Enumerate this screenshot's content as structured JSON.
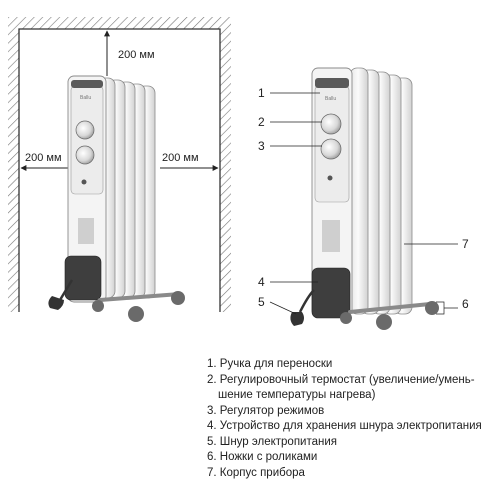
{
  "dimensions": {
    "top": "200 мм",
    "left": "200 мм",
    "right": "200 мм"
  },
  "brand": "Ballu",
  "callout_numbers": [
    "1",
    "2",
    "3",
    "4",
    "5",
    "6",
    "7"
  ],
  "legend": {
    "items": [
      "1. Ручка для переноски",
      "2. Регулировочный термостат (увеличение/умень-",
      "шение температуры нагрева)",
      "3. Регулятор режимов",
      "4. Устройство для хранения шнура электропитания",
      "5. Шнур электропитания",
      "6. Ножки с роликами",
      "7. Корпус прибора"
    ]
  },
  "colors": {
    "heater_body": "#f2f2f2",
    "outline": "#8a8a8a",
    "dark_parts": "#4a4a4a",
    "wall_hatch": "#777777"
  }
}
